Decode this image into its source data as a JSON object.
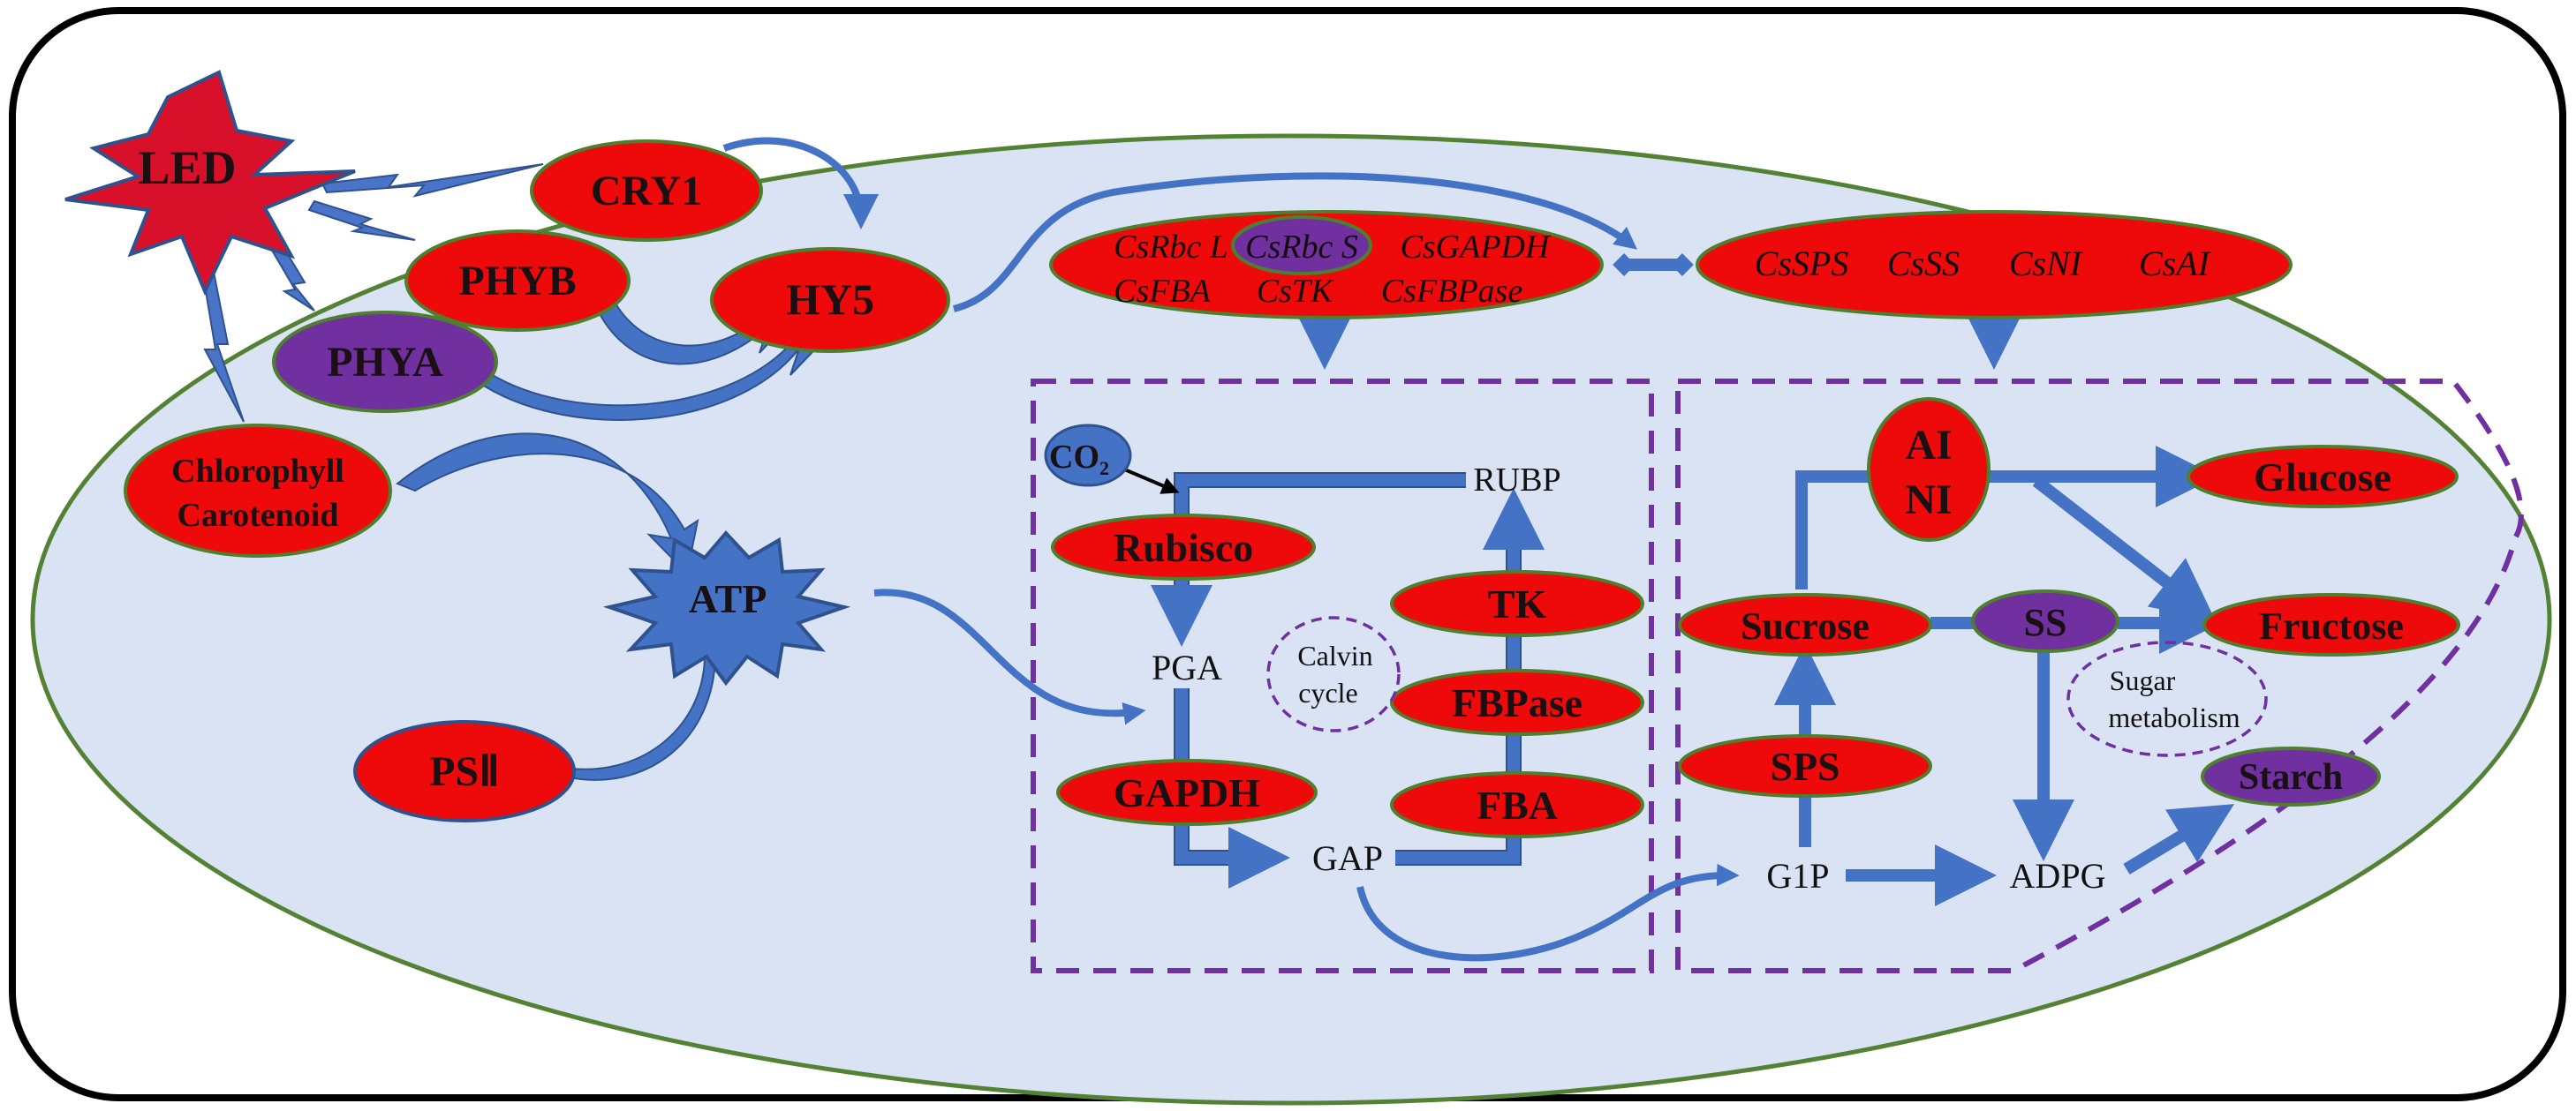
{
  "signal": {
    "led": "LED",
    "cry1": "CRY1",
    "phyb": "PHYB",
    "phya": "PHYA",
    "hy5": "HY5",
    "pigments_line1": "Chlorophyll",
    "pigments_line2": "Carotenoid",
    "atp": "ATP",
    "psii": "PSⅡ"
  },
  "genes": {
    "calvin_group": [
      "CsRbc L",
      "CsRbc S",
      "CsGAPDH",
      "CsFBA",
      "CsTK",
      "CsFBPase"
    ],
    "sugar_group": [
      "CsSPS",
      "CsSS",
      "CsNI",
      "CsAI"
    ]
  },
  "calvin": {
    "co2": "CO",
    "co2_sub": "2",
    "rubp": "RUBP",
    "rubisco": "Rubisco",
    "pga": "PGA",
    "gapdh": "GAPDH",
    "gap": "GAP",
    "tk": "TK",
    "fbpase": "FBPase",
    "fba": "FBA",
    "cycle_line1": "Calvin",
    "cycle_line2": "cycle"
  },
  "sugar": {
    "ai": "AI",
    "ni": "NI",
    "glucose": "Glucose",
    "sucrose": "Sucrose",
    "ss": "SS",
    "fructose": "Fructose",
    "sps": "SPS",
    "starch": "Starch",
    "g1p": "G1P",
    "adpg": "ADPG",
    "metabolism_line1": "Sugar",
    "metabolism_line2": "metabolism"
  },
  "colors": {
    "enzyme_red": "#ee0a0a",
    "enzyme_purple": "#7030a0",
    "arrow_blue": "#4472c4",
    "cell_fill": "#dae3f3",
    "cell_border": "#548235",
    "dash_purple": "#7030a0"
  }
}
